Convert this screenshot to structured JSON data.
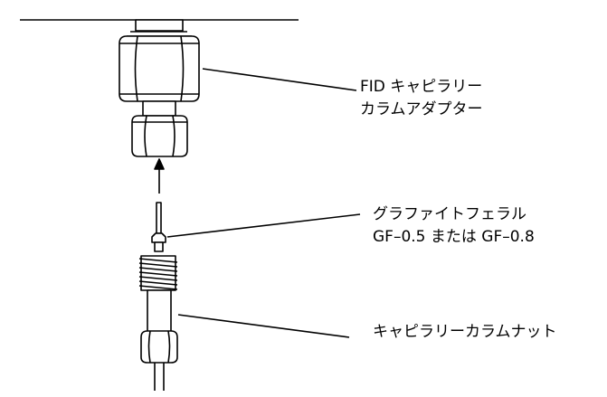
{
  "labels": {
    "fid_adapter": {
      "line1": "FID キャピラリー",
      "line2": "カラムアダプター"
    },
    "ferrule": {
      "line1": "グラファイトフェラル",
      "line2": "GF–0.5 または GF–0.8"
    },
    "nut": {
      "line1": "キャピラリーカラムナット"
    }
  },
  "colors": {
    "ink": "#000000",
    "paper": "#ffffff"
  }
}
